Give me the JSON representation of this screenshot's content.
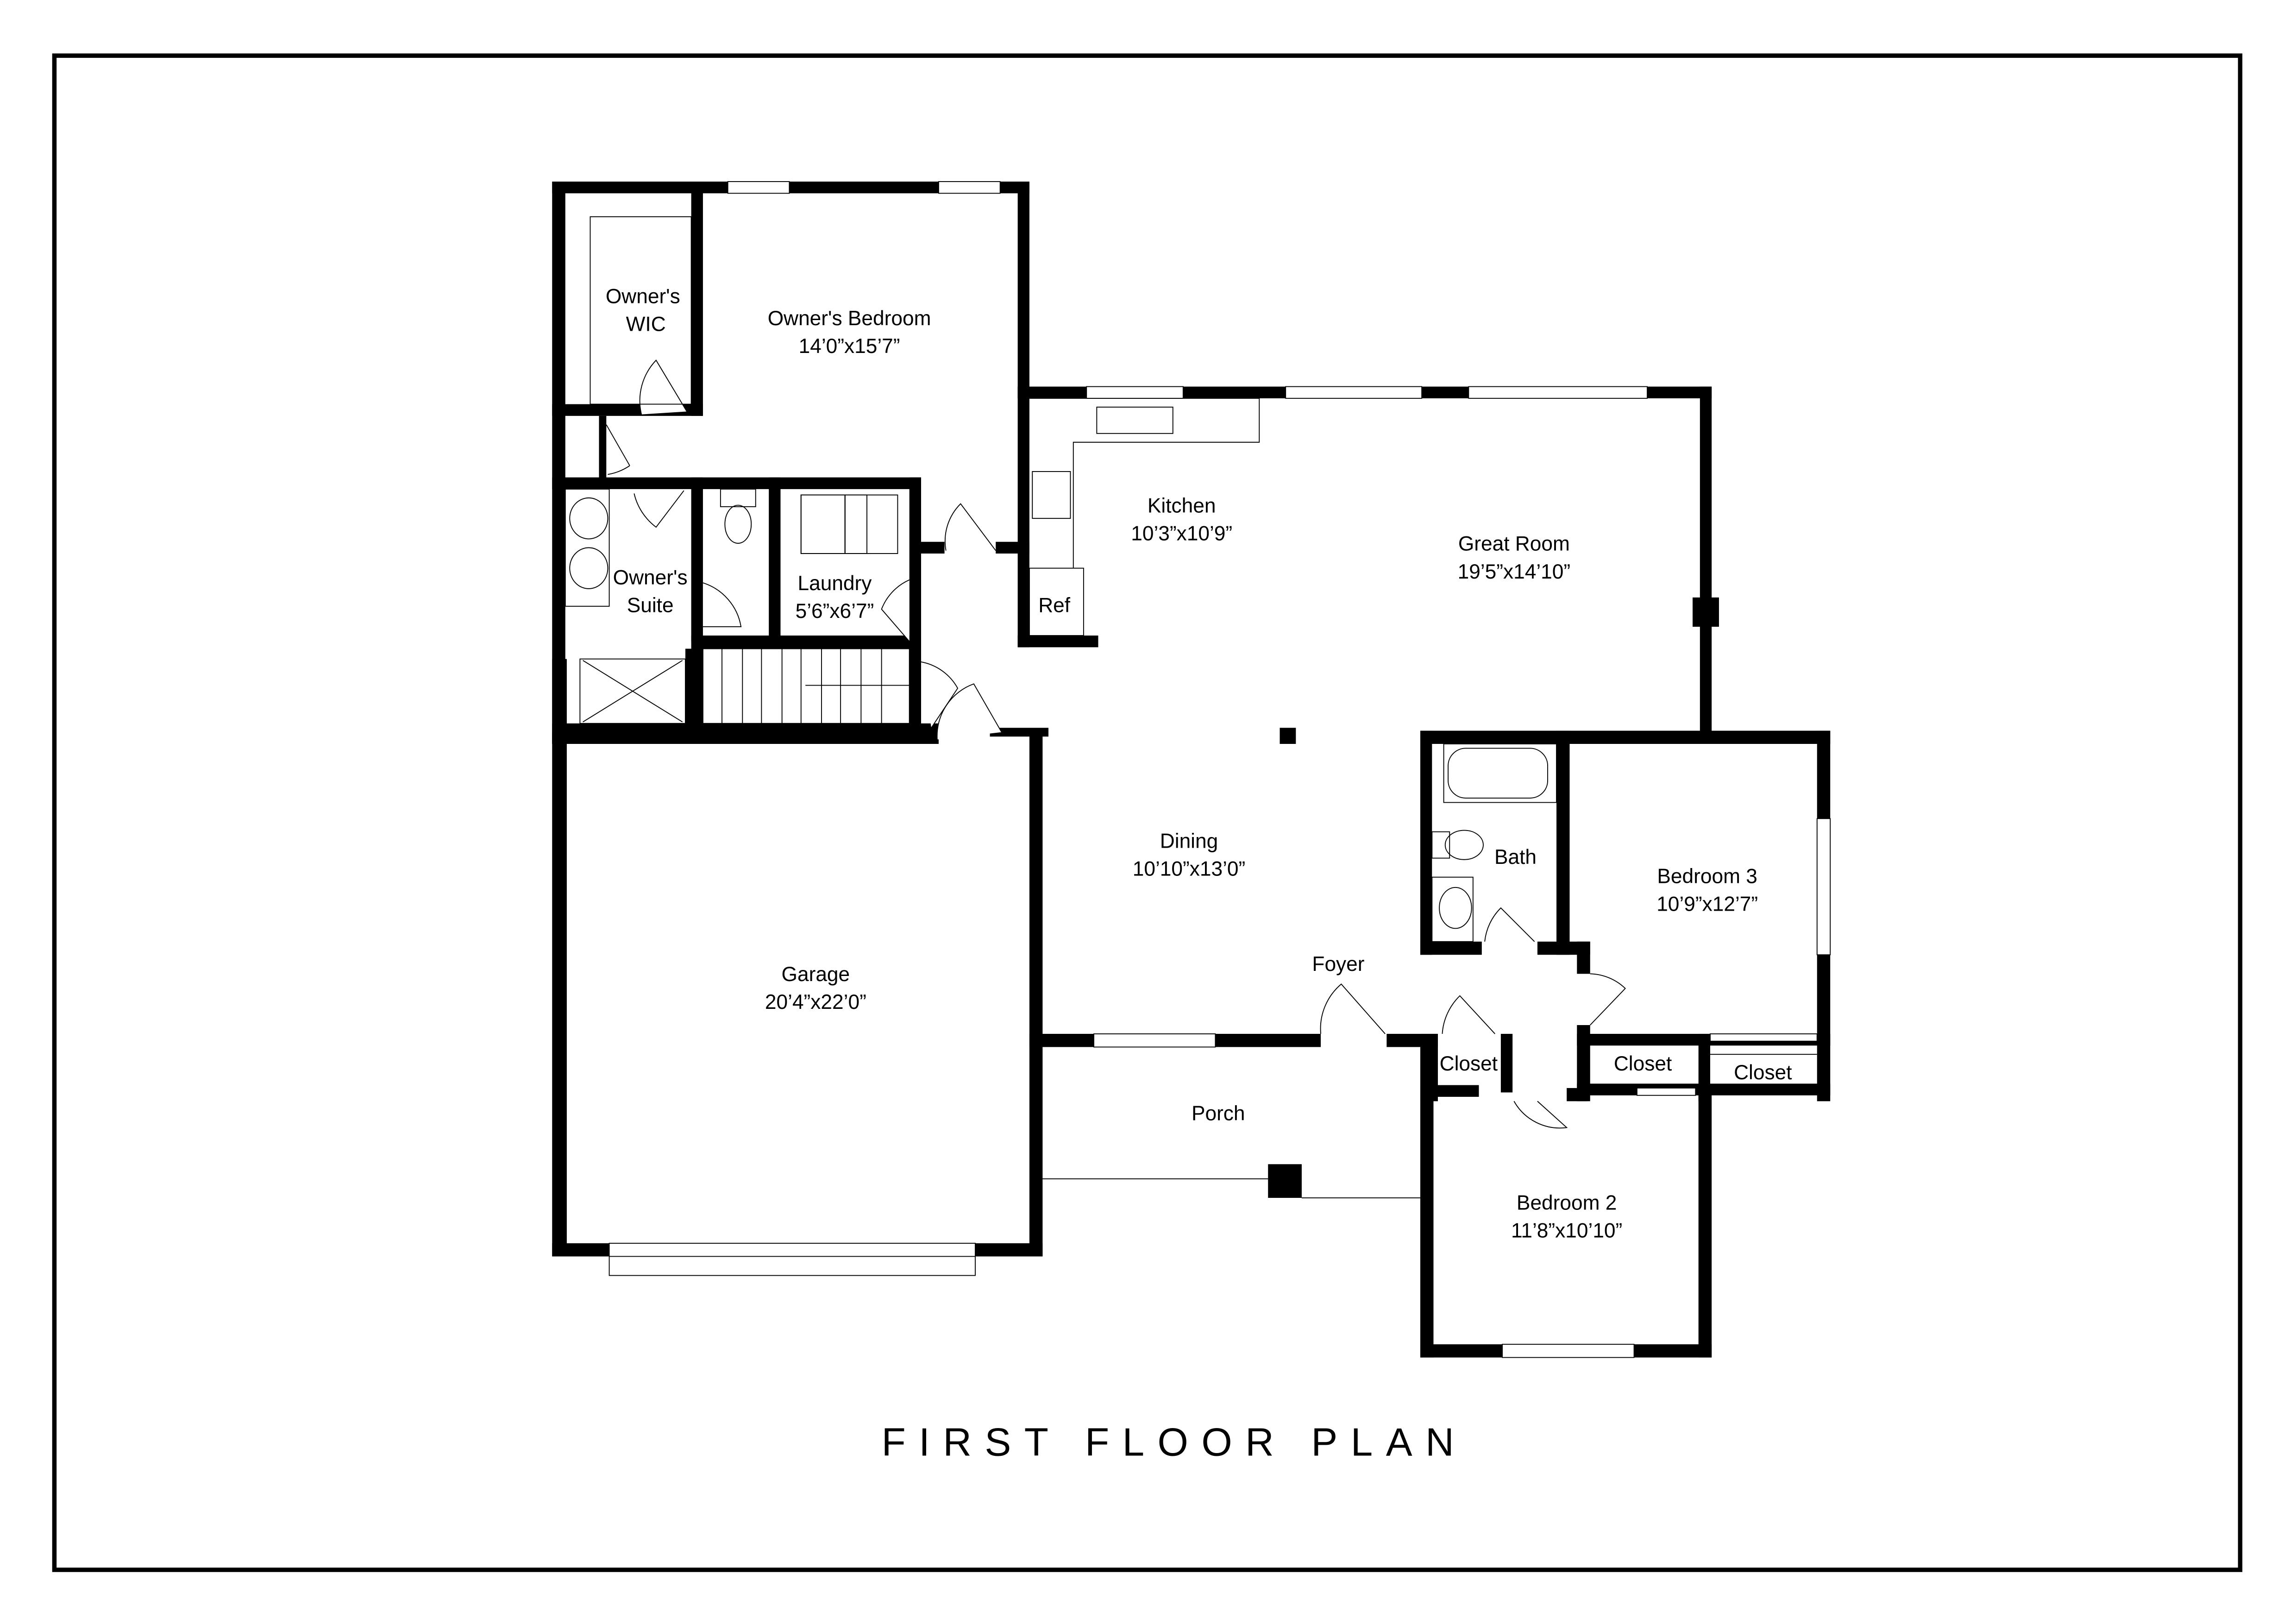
{
  "title": "FIRST FLOOR PLAN",
  "colors": {
    "wall": "#000000",
    "background": "#ffffff",
    "text": "#000000"
  },
  "rooms": {
    "owners_wic": {
      "name_line1": "Owner's",
      "name_line2": "WIC"
    },
    "owners_bedroom": {
      "name": "Owner's Bedroom",
      "dims": "14’0”x15’7”"
    },
    "owners_suite": {
      "name_line1": "Owner's",
      "name_line2": "Suite"
    },
    "laundry": {
      "name": "Laundry",
      "dims": "5’6”x6’7”"
    },
    "kitchen": {
      "name": "Kitchen",
      "dims": "10’3”x10’9”"
    },
    "ref": {
      "name": "Ref"
    },
    "great_room": {
      "name": "Great Room",
      "dims": "19’5”x14’10”"
    },
    "dining": {
      "name": "Dining",
      "dims": "10’10”x13’0”"
    },
    "garage": {
      "name": "Garage",
      "dims": "20’4”x22’0”"
    },
    "foyer": {
      "name": "Foyer"
    },
    "porch": {
      "name": "Porch"
    },
    "bath": {
      "name": "Bath"
    },
    "bedroom3": {
      "name": "Bedroom 3",
      "dims": "10’9”x12’7”"
    },
    "bedroom2": {
      "name": "Bedroom 2",
      "dims": "11’8”x10’10”"
    },
    "closet_foyer": {
      "name": "Closet"
    },
    "closet_bed2": {
      "name": "Closet"
    },
    "closet_bed3": {
      "name": "Closet"
    }
  }
}
